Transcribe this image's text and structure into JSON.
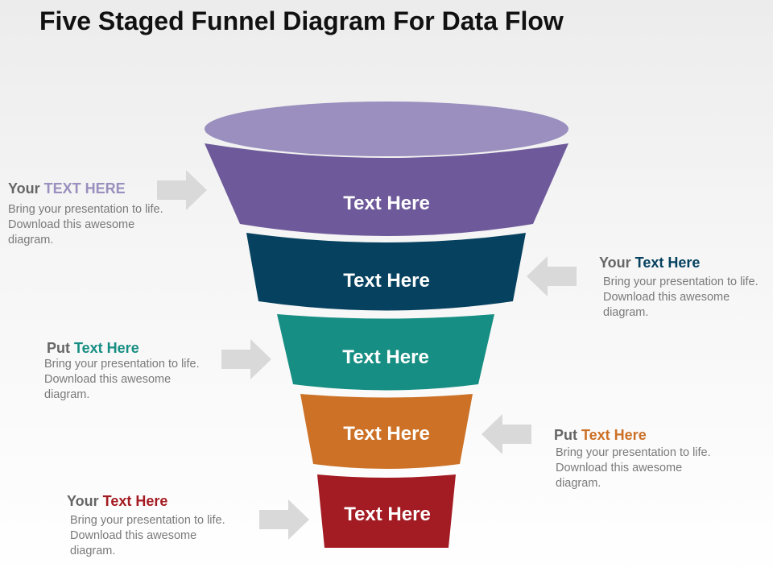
{
  "title": "Five Staged Funnel Diagram For Data Flow",
  "colors": {
    "purple_top": "#9a8fbe",
    "purple": "#6e5a9a",
    "navy": "#064260",
    "teal": "#178e83",
    "orange": "#cc7126",
    "red": "#a41c23",
    "arrow": "#d9d9d9"
  },
  "funnel": {
    "stages": [
      {
        "label": "Text Here",
        "color": "#6e5a9a"
      },
      {
        "label": "Text Here",
        "color": "#064260"
      },
      {
        "label": "Text Here",
        "color": "#178e83"
      },
      {
        "label": "Text Here",
        "color": "#cc7126"
      },
      {
        "label": "Text Here",
        "color": "#a41c23"
      }
    ]
  },
  "callouts": [
    {
      "word1": "Your",
      "word2": "TEXT HERE",
      "accent": "#9a8fbe",
      "body": "Bring your presentation to life. Download this awesome diagram."
    },
    {
      "word1": "Your",
      "word2": "Text Here",
      "accent": "#064260",
      "body": "Bring your presentation to life. Download this awesome diagram."
    },
    {
      "word1": "Put",
      "word2": "Text Here",
      "accent": "#178e83",
      "body": "Bring your presentation to life. Download this awesome diagram."
    },
    {
      "word1": "Put",
      "word2": "Text Here",
      "accent": "#cc7126",
      "body": "Bring your presentation to life. Download this awesome diagram."
    },
    {
      "word1": "Your",
      "word2": "Text Here",
      "accent": "#a41c23",
      "body": "Bring your presentation to life. Download this awesome diagram."
    }
  ]
}
